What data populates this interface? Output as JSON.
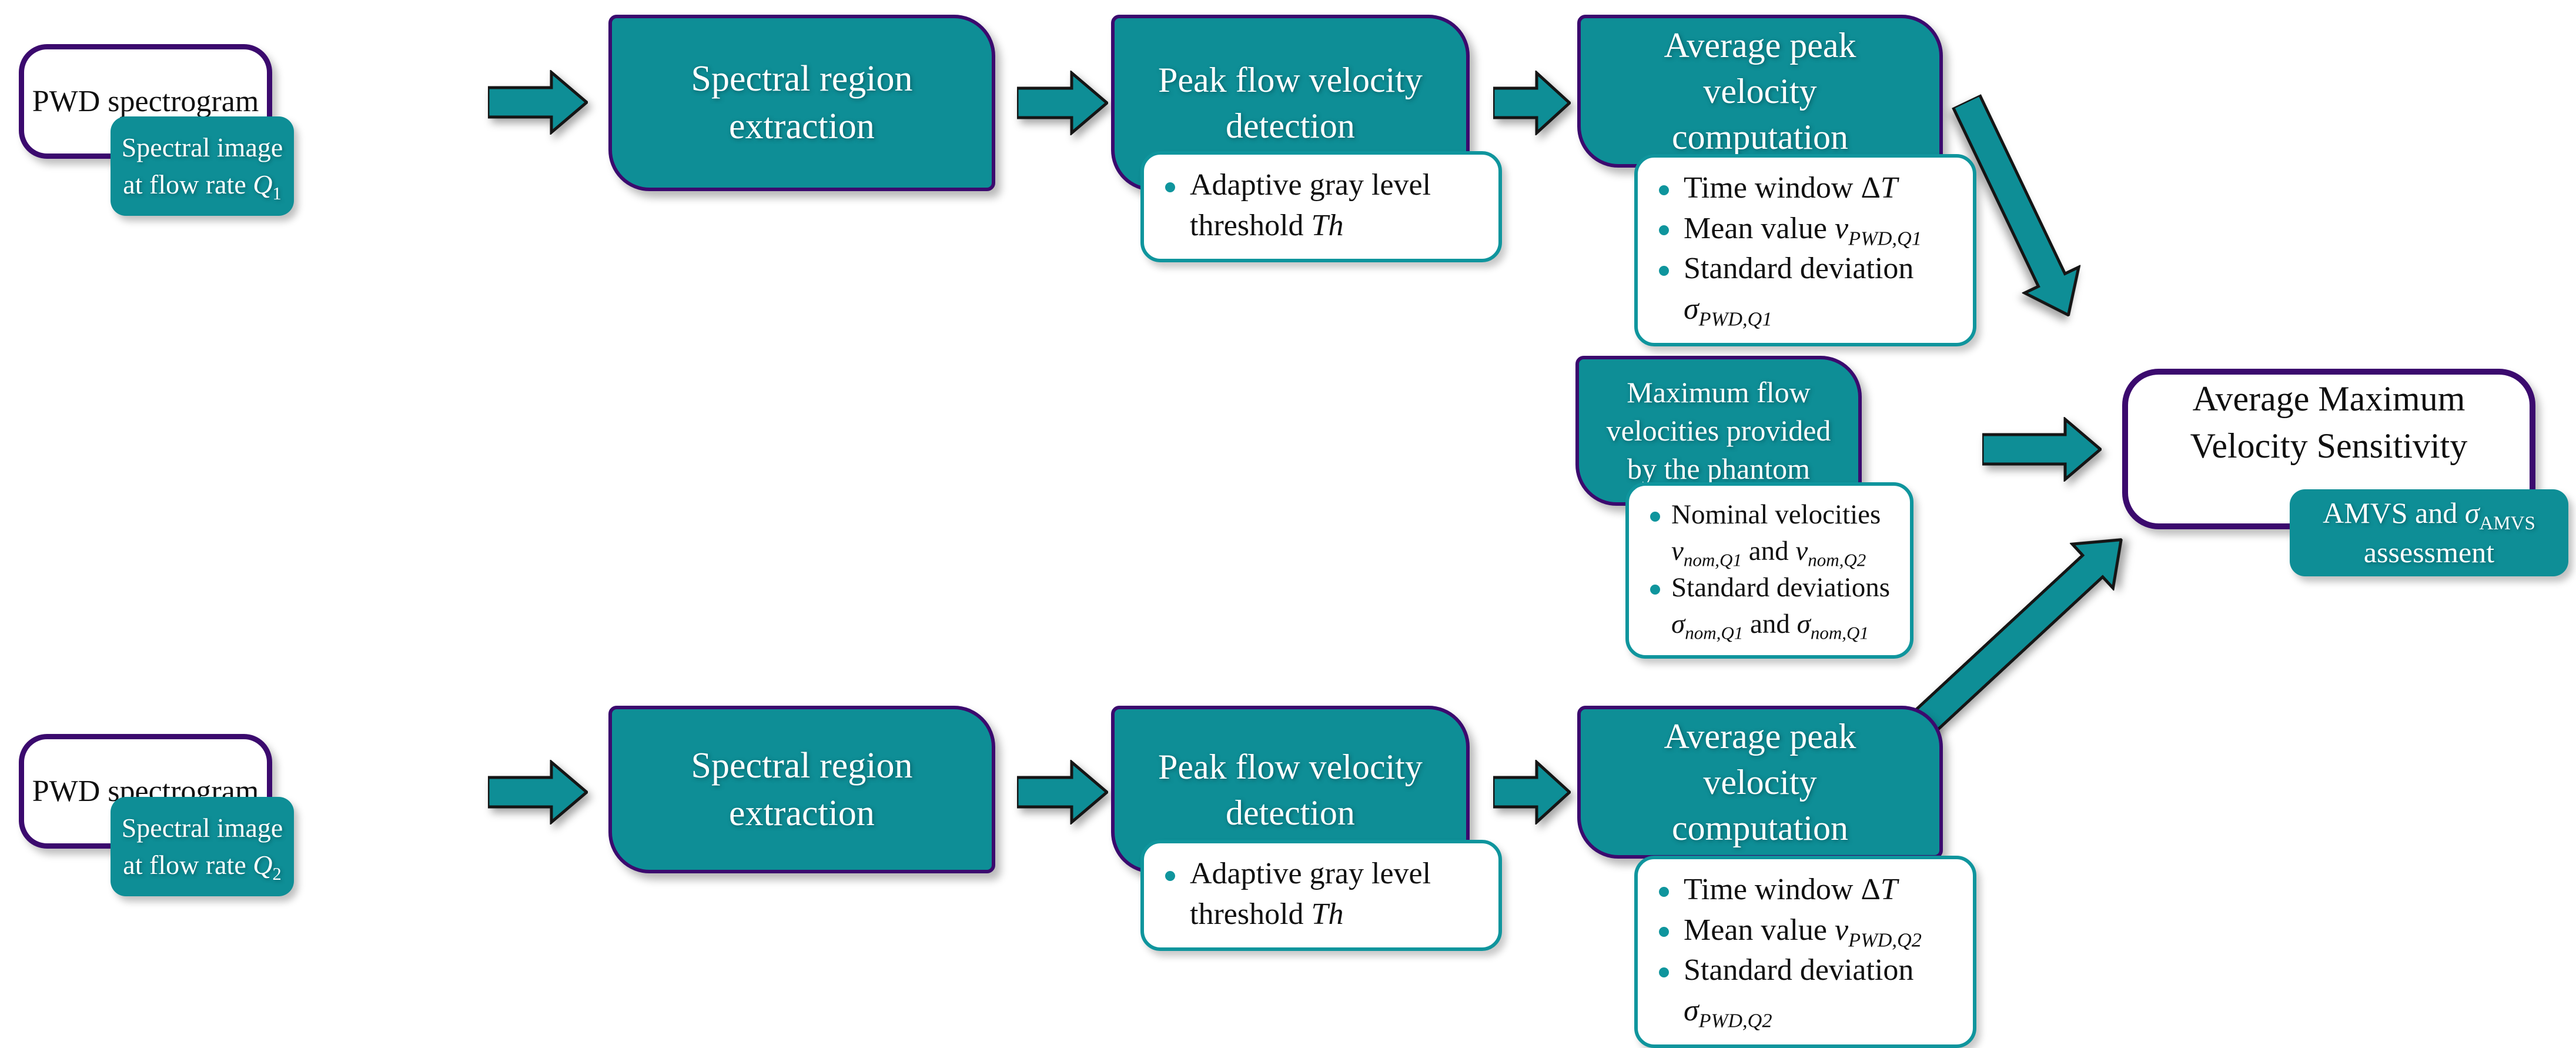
{
  "colors": {
    "teal": "#0E8E96",
    "teal_border": "#0F959D",
    "purple": "#3B0A6E",
    "ink": "#101010",
    "white": "#FFFFFF"
  },
  "top_row": {
    "pwd": {
      "title": "PWD spectrogram"
    },
    "spectral_image": {
      "html": "Spectral image<br>at flow rate <i>Q</i><sub>1</sub>"
    },
    "spectral_region": {
      "html": "Spectral region<br>extraction"
    },
    "peak_detection": {
      "html": "Peak flow velocity<br>detection"
    },
    "peak_note": {
      "items": [
        "Adaptive gray level<br>threshold <i>Th</i>"
      ]
    },
    "avg_computation": {
      "html": "Average peak<br>velocity<br>computation"
    },
    "avg_note": {
      "items": [
        "Time window Δ<i>T</i>",
        "Mean value <i>v</i><sub><i>PWD,Q1</i></sub>",
        "Standard deviation<br><i>σ</i><sub><i>PWD,Q1</i></sub>"
      ]
    }
  },
  "bottom_row": {
    "pwd": {
      "title": "PWD spectrogram"
    },
    "spectral_image": {
      "html": "Spectral image<br>at flow rate <i>Q</i><sub>2</sub>"
    },
    "spectral_region": {
      "html": "Spectral region<br>extraction"
    },
    "peak_detection": {
      "html": "Peak flow velocity<br>detection"
    },
    "peak_note": {
      "items": [
        "Adaptive gray level<br>threshold <i>Th</i>"
      ]
    },
    "avg_computation": {
      "html": "Average peak<br>velocity<br>computation"
    },
    "avg_note": {
      "items": [
        "Time window Δ<i>T</i>",
        "Mean value <i>v</i><sub><i>PWD,Q2</i></sub>",
        "Standard deviation<br><i>σ</i><sub><i>PWD,Q2</i></sub>"
      ]
    }
  },
  "phantom": {
    "box": {
      "html": "Maximum flow<br>velocities provided<br>by the phantom"
    },
    "note": {
      "items": [
        "Nominal velocities<br><i>v</i><sub><i>nom,Q1</i></sub> and <i>v</i><sub><i>nom,Q2</i></sub>",
        "Standard deviations<br><i>σ</i><sub><i>nom,Q1</i></sub> and <i>σ</i><sub><i>nom,Q1</i></sub>"
      ]
    }
  },
  "result": {
    "title": "Average Maximum<br>Velocity Sensitivity",
    "note_html": "AMVS and <i>σ</i><sub>AMVS</sub><br>assessment"
  }
}
